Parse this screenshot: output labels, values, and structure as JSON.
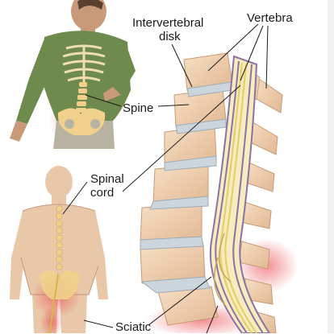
{
  "labels": {
    "intervertebral_disk_line1": "Intervertebral",
    "intervertebral_disk_line2": "disk",
    "vertebra": "Vertebra",
    "spine": "Spine",
    "spinal_cord_line1": "Spinal",
    "spinal_cord_line2": "cord",
    "sciatic": "Sciatic"
  },
  "colors": {
    "vertebra_fill": "#f0d4b6",
    "vertebra_dark": "#dfb591",
    "disk_fill": "#cdd5dc",
    "cord_fill": "#f3e8a0",
    "nerve_purple": "#8c72a3",
    "pain_glow": "#e8333a",
    "shirt_green": "#6e8a4c",
    "skin": "#e9c7a9"
  }
}
